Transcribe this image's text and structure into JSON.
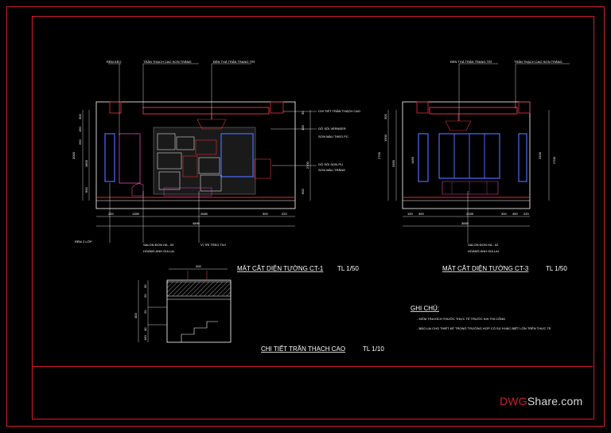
{
  "drawing": {
    "left_elevation": {
      "title": "MẶT CẮT DIỆN TƯỜNG CT-1",
      "scale": "TL 1/50",
      "labels": {
        "rem_keo": "RÈM KÉO",
        "tran_thach_cao": "TRẦN THẠCH CAO SƠN TRẮNG",
        "den_tha": "ĐÈN THẢ TRẦN TRANG TRÍ",
        "chi_tiet_tran": "CHI TIẾT TRẦN THẠCH CAO",
        "go_soi_verneer": "GỖ SỒI VERNEER",
        "son_mau_pc": "SƠN MÀU THEO PC",
        "go_soi_son_pu": "GỖ SỒI SƠN PU",
        "son_mau_trang": "SƠN MÀU TRẮNG",
        "rem_2_lop": "RÈM 2 LỚP",
        "salon": "SALON ĐƠN HA - 02",
        "hoang_anh": "HOÀNG ANH GIA LAI",
        "vi_tri_tivi": "VỊ TRÍ TREO TIVI"
      },
      "dims_bottom": [
        "220",
        "1350",
        "2680",
        "300",
        "220"
      ],
      "dim_total": "4890",
      "dims_left": [
        "300",
        "150",
        "250",
        "3000",
        "1800",
        "600"
      ],
      "dims_right": [
        "30",
        "100",
        "2700",
        "600"
      ]
    },
    "right_elevation": {
      "title": "MẶT CẮT DIỆN TƯỜNG CT-3",
      "scale": "TL 1/50",
      "labels": {
        "den_tha": "ĐÈN THẢ TRẦN TRANG TRÍ",
        "tran_thach_cao": "TRẦN THẠCH CAO SƠN TRẮNG",
        "salon": "SALON ĐƠN HA - 02",
        "hoang_anh": "HOÀNG ANH GIA LAI"
      },
      "dims_bottom": [
        "100",
        "400",
        "2155",
        "300",
        "450",
        "220"
      ],
      "dim_total": "3650",
      "dims_left": [
        "300",
        "1500",
        "2700",
        "1450",
        "3350"
      ],
      "dims_right": [
        "3100",
        "2700"
      ]
    },
    "detail": {
      "title": "CHI TIẾT TRẦN THẠCH CAO",
      "scale": "TL 1/10",
      "dims": [
        "200",
        "400",
        "30",
        "20",
        "20",
        "40",
        "160"
      ]
    },
    "notes": {
      "heading": "GHI CHÚ:",
      "items": [
        "- KIỂM TRA KÍCH THƯỚC THỰC TẾ TRƯỚC KHI THI CÔNG",
        "- BÁO LẠI CHO THIẾT KẾ TRONG TRƯỜNG HỢP CÓ SỰ KHÁC BIỆT LỚN TRÊN THỰC TẾ"
      ]
    }
  },
  "watermark": {
    "part_a": "DWG",
    "part_b": "Share.com"
  },
  "colors": {
    "frame": "#d21c2a",
    "line": "#ffffff",
    "accent_red": "#e0303a",
    "blue": "#4a6bff",
    "magenta": "#e040b0"
  }
}
